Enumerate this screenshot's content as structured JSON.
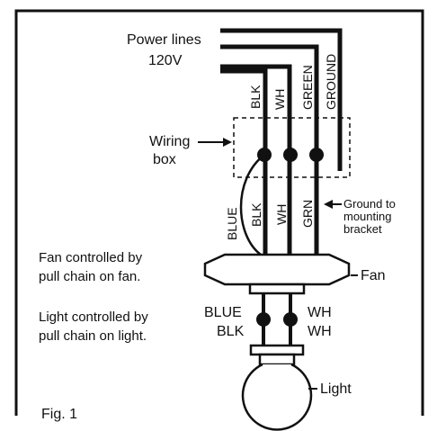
{
  "labels": {
    "power_lines": "Power lines",
    "voltage": "120V",
    "wiring": "Wiring",
    "box": "box",
    "ground_to": "Ground to",
    "mounting": "mounting",
    "bracket": "bracket",
    "fan": "Fan",
    "light": "Light",
    "fan_note_1": "Fan controlled by",
    "fan_note_2": "pull chain on fan.",
    "light_note_1": "Light controlled by",
    "light_note_2": "pull chain on light.",
    "fig": "Fig. 1"
  },
  "wires_upper": {
    "blk": "BLK",
    "wh": "WH",
    "green": "GREEN",
    "ground": "GROUND"
  },
  "wires_lower": {
    "blue": "BLUE",
    "blk": "BLK",
    "wh": "WH",
    "grn": "GRN"
  },
  "light_wires": {
    "blue": "BLUE",
    "blk": "BLK",
    "wh1": "WH",
    "wh2": "WH"
  },
  "colors": {
    "line": "#111111",
    "background": "#ffffff"
  }
}
